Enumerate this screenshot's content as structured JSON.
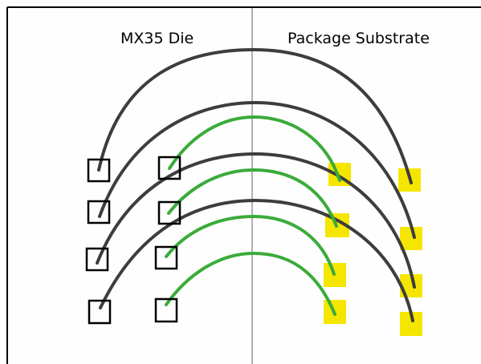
{
  "labels": {
    "die": "MX35 Die",
    "substrate": "Package Substrate"
  },
  "colors": {
    "frame": "#000000",
    "divider": "#b0b0b0",
    "die_pad_stroke": "#000000",
    "substrate_pad_fill": "#f5e600",
    "wire_dark": "#3d3d3d",
    "wire_green": "#3aab3a",
    "background": "#fefefe"
  },
  "die_pads": {
    "rows": 4,
    "columns": 2
  },
  "substrate_pads": {
    "rows": 4,
    "columns": 2
  },
  "wires": {
    "dark_count": 4,
    "green_count": 4
  }
}
